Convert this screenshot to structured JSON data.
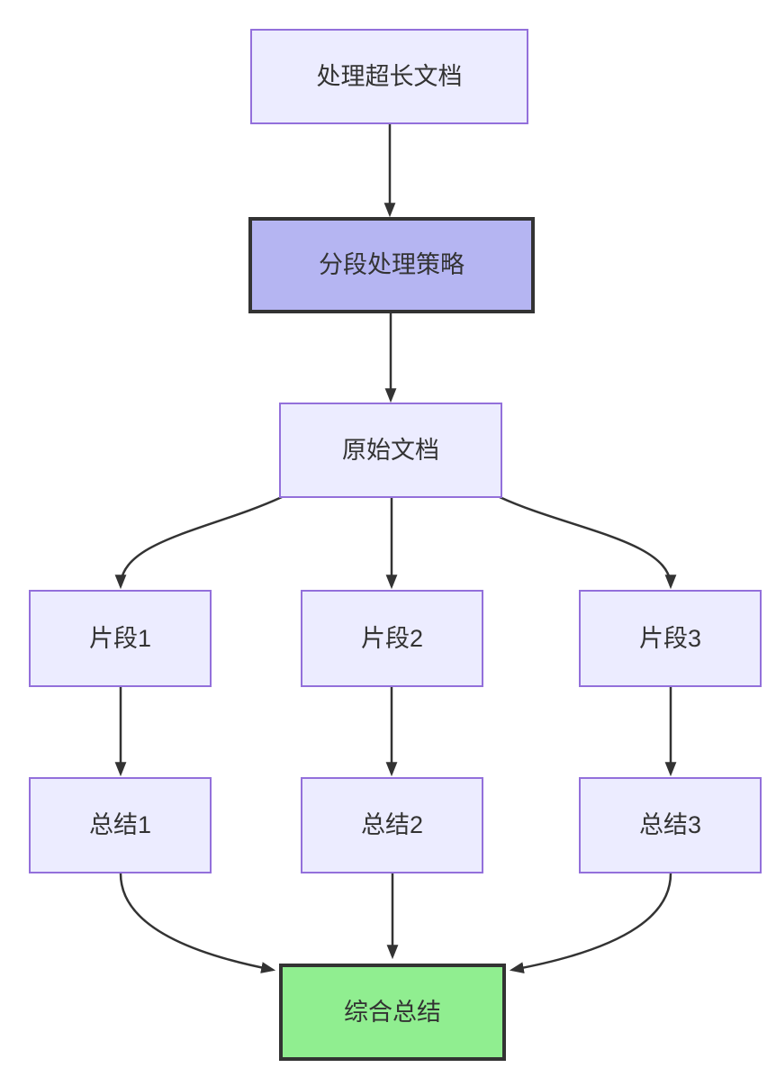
{
  "diagram": {
    "type": "flowchart",
    "direction": "top-down",
    "nodes": [
      {
        "id": "A",
        "label": "处理超长文档",
        "style": "default"
      },
      {
        "id": "B",
        "label": "分段处理策略",
        "style": "highlight-purple"
      },
      {
        "id": "C",
        "label": "原始文档",
        "style": "default"
      },
      {
        "id": "D",
        "label": "片段1",
        "style": "default"
      },
      {
        "id": "E",
        "label": "片段2",
        "style": "default"
      },
      {
        "id": "F",
        "label": "片段3",
        "style": "default"
      },
      {
        "id": "G",
        "label": "总结1",
        "style": "default"
      },
      {
        "id": "H",
        "label": "总结2",
        "style": "default"
      },
      {
        "id": "I",
        "label": "总结3",
        "style": "default"
      },
      {
        "id": "J",
        "label": "综合总结",
        "style": "highlight-green"
      }
    ],
    "edges": [
      {
        "from": "A",
        "to": "B"
      },
      {
        "from": "B",
        "to": "C"
      },
      {
        "from": "C",
        "to": "D"
      },
      {
        "from": "C",
        "to": "E"
      },
      {
        "from": "C",
        "to": "F"
      },
      {
        "from": "D",
        "to": "G"
      },
      {
        "from": "E",
        "to": "H"
      },
      {
        "from": "F",
        "to": "I"
      },
      {
        "from": "G",
        "to": "J"
      },
      {
        "from": "H",
        "to": "J"
      },
      {
        "from": "I",
        "to": "J"
      }
    ],
    "colors": {
      "node_fill": "#ECECFF",
      "node_border": "#9370DB",
      "highlight_purple_fill": "#b5b5f2",
      "highlight_green_fill": "#90EE90",
      "highlight_border": "#333333",
      "edge_color": "#333333",
      "text_color": "#333333",
      "background": "#ffffff"
    }
  }
}
